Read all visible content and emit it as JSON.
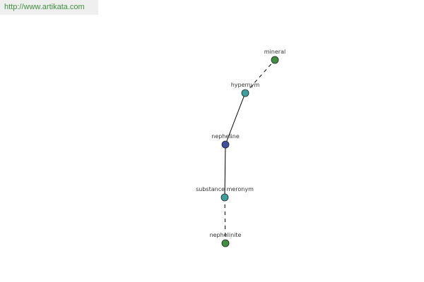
{
  "header": {
    "url": "http://www.artikata.com"
  },
  "graph": {
    "nodes": [
      {
        "id": "mineral",
        "label": "mineral",
        "color": "#3f8f3f"
      },
      {
        "id": "hypernym",
        "label": "hypernym",
        "color": "#3f9f9f"
      },
      {
        "id": "nepheline",
        "label": "nepheline",
        "color": "#3f4f9f"
      },
      {
        "id": "substance-meronym",
        "label": "substance meronym",
        "color": "#3f9f9f"
      },
      {
        "id": "nephelinite",
        "label": "nephelinite",
        "color": "#3f8f3f"
      }
    ],
    "edges": [
      {
        "from": "hypernym",
        "to": "mineral",
        "style": "dashed"
      },
      {
        "from": "nepheline",
        "to": "hypernym",
        "style": "solid"
      },
      {
        "from": "nepheline",
        "to": "substance-meronym",
        "style": "solid"
      },
      {
        "from": "substance-meronym",
        "to": "nephelinite",
        "style": "dashed"
      }
    ]
  }
}
